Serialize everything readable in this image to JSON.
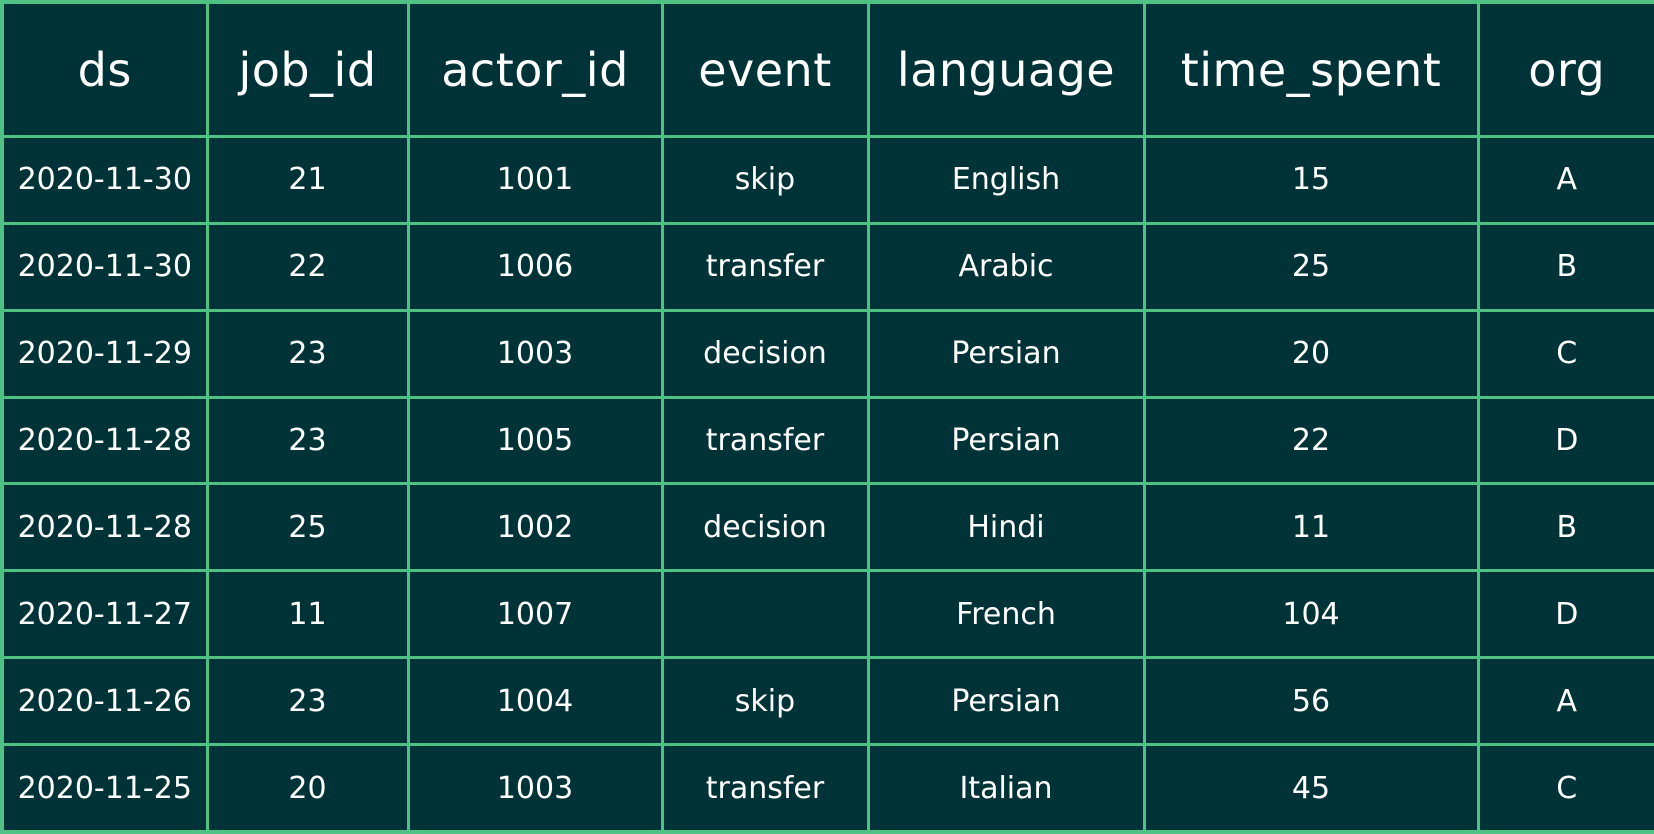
{
  "table": {
    "columns": [
      "ds",
      "job_id",
      "actor_id",
      "event",
      "language",
      "time_spent",
      "org"
    ],
    "rows": [
      [
        "2020-11-30",
        "21",
        "1001",
        "skip",
        "English",
        "15",
        "A"
      ],
      [
        "2020-11-30",
        "22",
        "1006",
        "transfer",
        "Arabic",
        "25",
        "B"
      ],
      [
        "2020-11-29",
        "23",
        "1003",
        "decision",
        "Persian",
        "20",
        "C"
      ],
      [
        "2020-11-28",
        "23",
        "1005",
        "transfer",
        "Persian",
        "22",
        "D"
      ],
      [
        "2020-11-28",
        "25",
        "1002",
        "decision",
        "Hindi",
        "11",
        "B"
      ],
      [
        "2020-11-27",
        "11",
        "1007",
        "",
        "French",
        "104",
        "D"
      ],
      [
        "2020-11-26",
        "23",
        "1004",
        "skip",
        "Persian",
        "56",
        "A"
      ],
      [
        "2020-11-25",
        "20",
        "1003",
        "transfer",
        "Italian",
        "45",
        "C"
      ]
    ]
  },
  "colors": {
    "background": "#003337",
    "grid": "#4fc283",
    "text": "#ffffff"
  }
}
